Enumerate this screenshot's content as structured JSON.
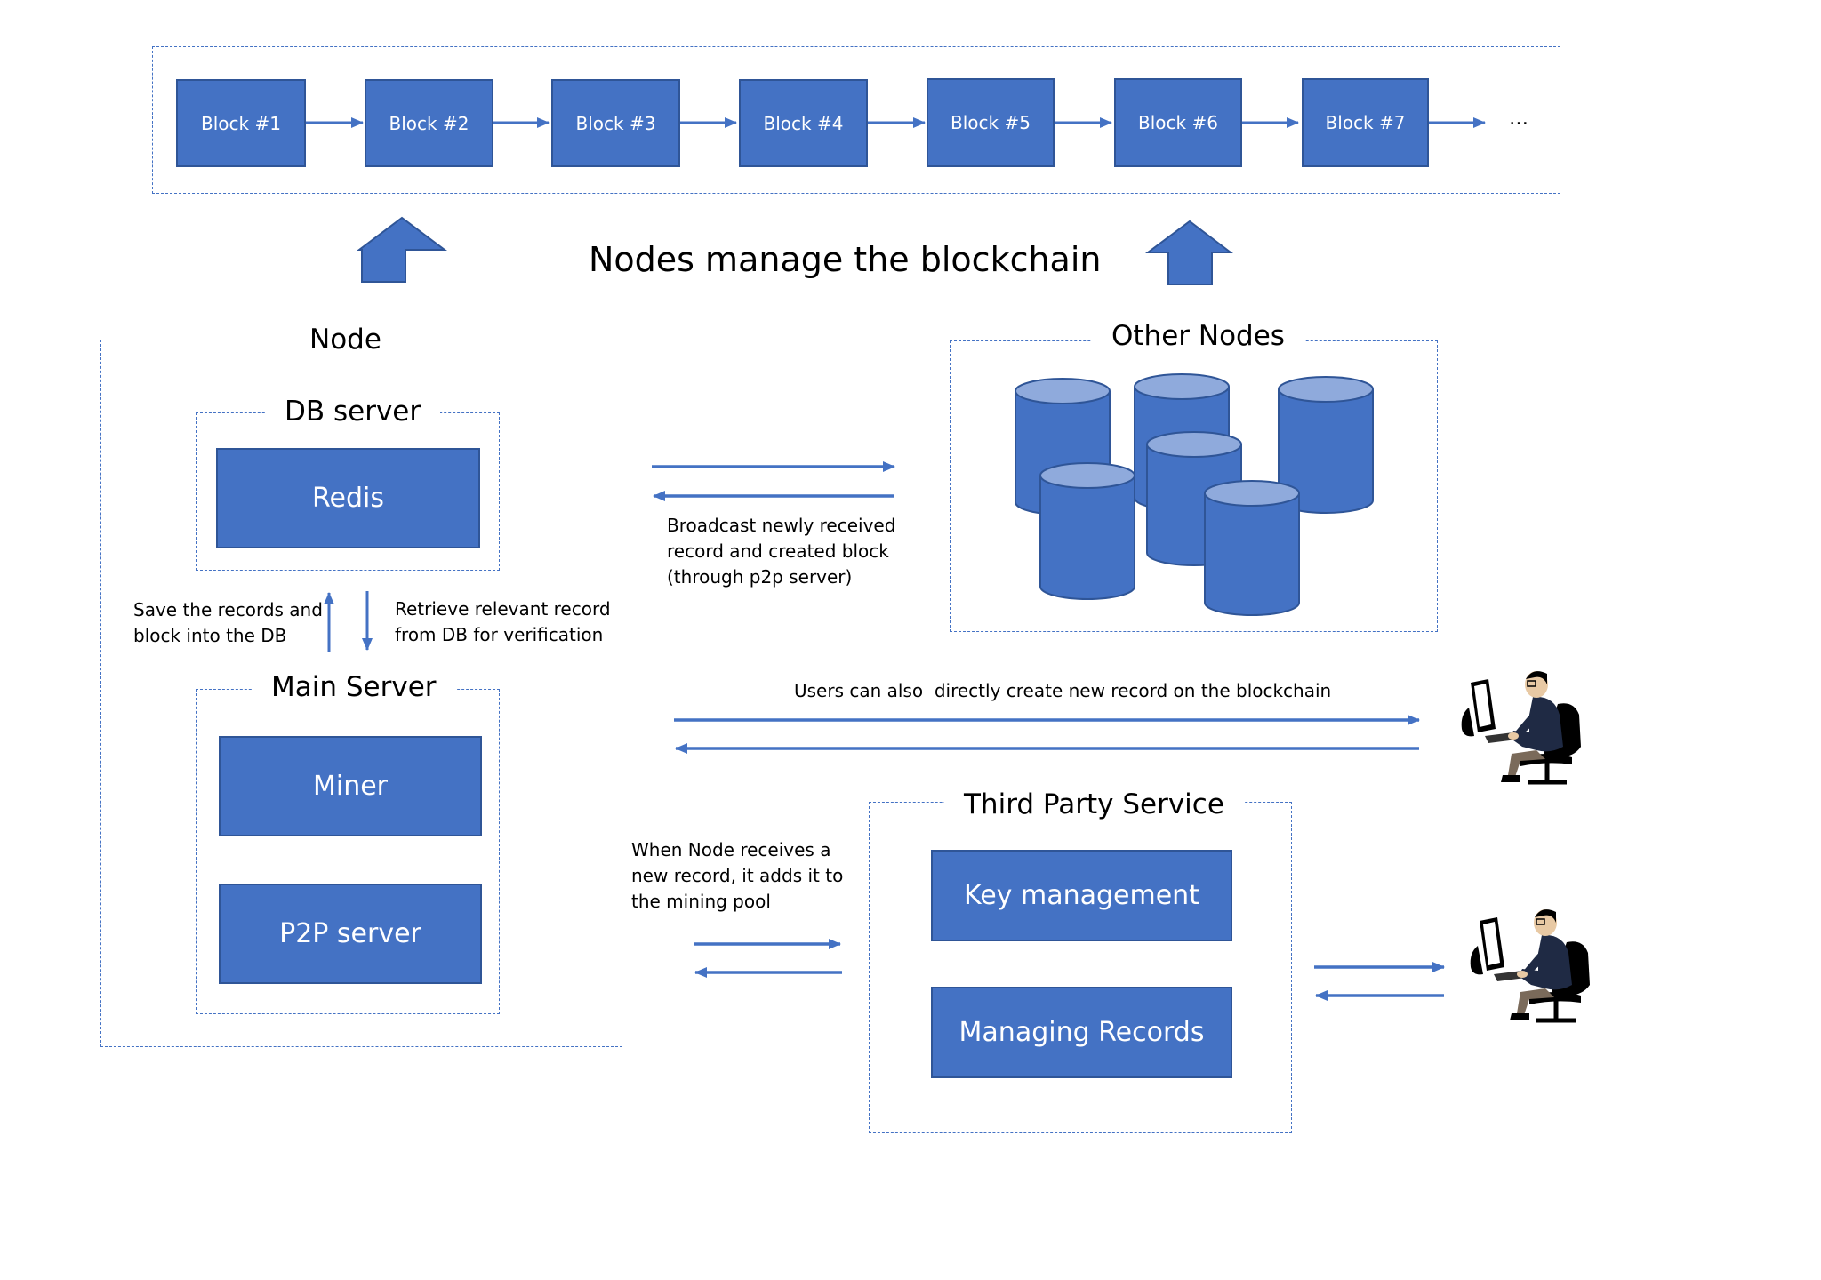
{
  "colors": {
    "block_fill": "#4472c4",
    "block_border": "#2f5597",
    "dashed_border": "#4472c4",
    "arrow": "#4472c4"
  },
  "chain": {
    "blocks": [
      "Block #1",
      "Block #2",
      "Block #3",
      "Block #4",
      "Block #5",
      "Block #6",
      "Block #7"
    ],
    "ellipsis": "…"
  },
  "headline": "Nodes manage the blockchain",
  "node": {
    "title": "Node",
    "db_server": {
      "title": "DB server",
      "redis": "Redis"
    },
    "main_server": {
      "title": "Main Server",
      "miner": "Miner",
      "p2p": "P2P server"
    },
    "save_note": [
      "Save the records and",
      "block into the DB"
    ],
    "retrieve_note": [
      "Retrieve relevant record",
      "from DB for verification"
    ]
  },
  "other_nodes": {
    "title": "Other Nodes",
    "icon": "database-cylinder-icon",
    "count": 6
  },
  "broadcast_note": [
    "Broadcast newly received",
    "record and created block",
    "(through p2p server)"
  ],
  "users_note": "Users can also  directly create new record on the blockchain",
  "mining_note": [
    "When Node receives a",
    "new record, it adds it to",
    "the mining pool"
  ],
  "third_party": {
    "title": "Third Party Service",
    "key": "Key management",
    "records": "Managing Records"
  },
  "users": {
    "icon": "user-at-computer-icon"
  }
}
